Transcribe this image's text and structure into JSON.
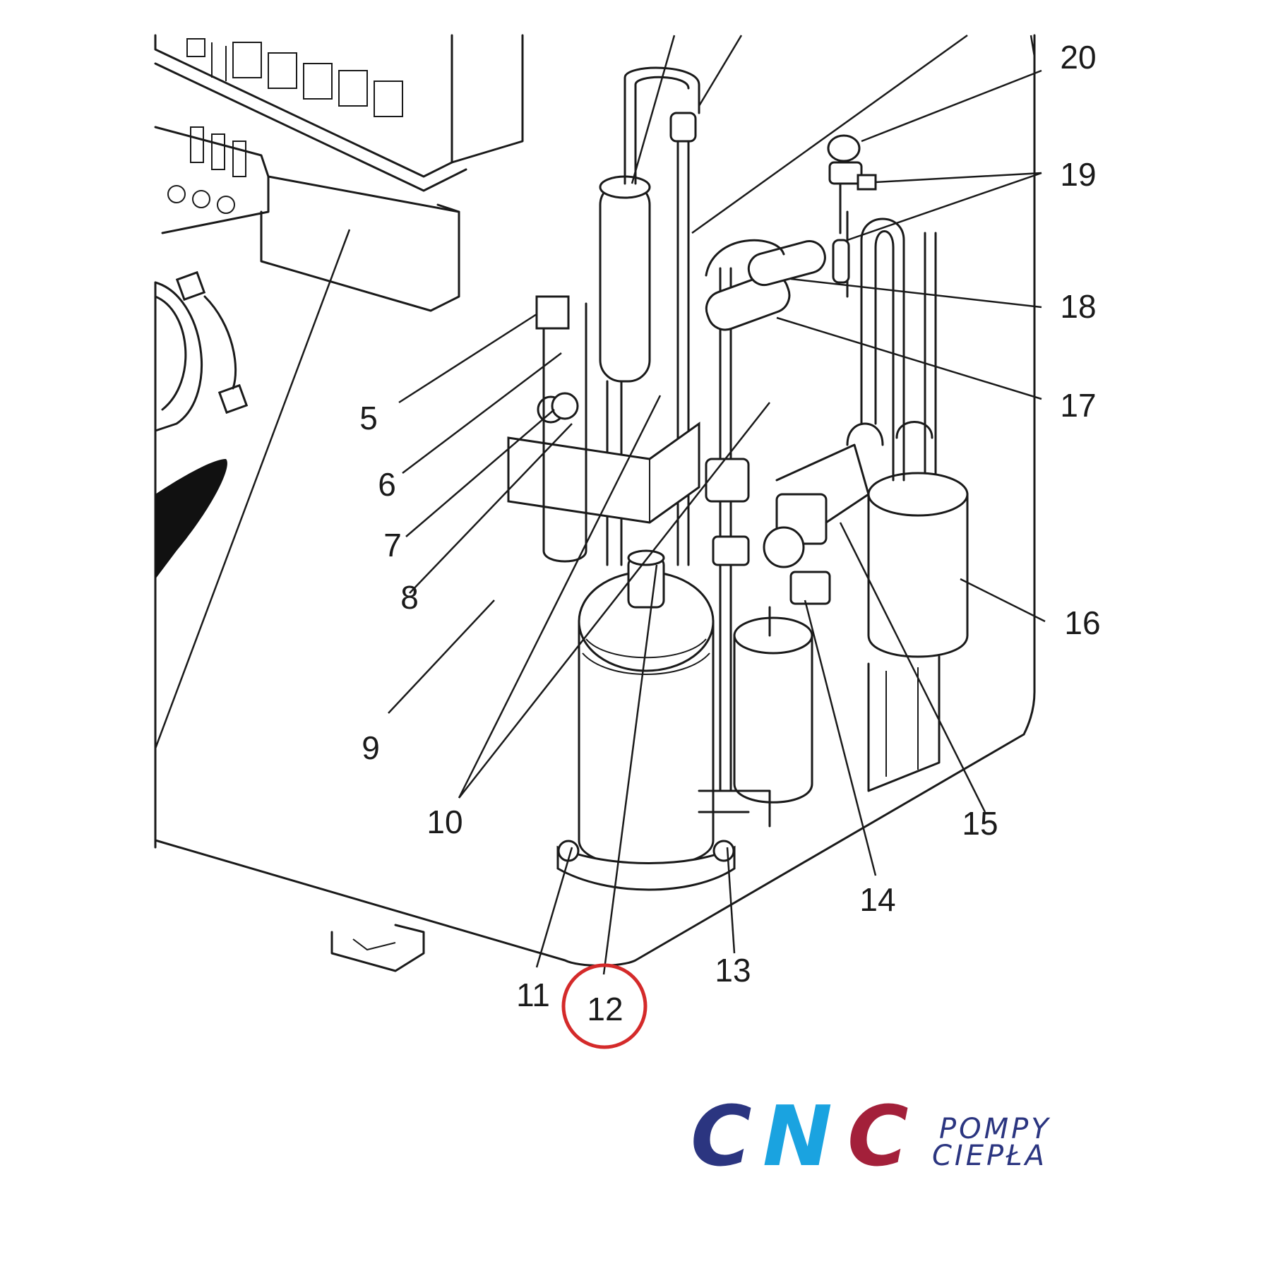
{
  "callouts": {
    "c5": "5",
    "c6": "6",
    "c7": "7",
    "c8": "8",
    "c9": "9",
    "c10": "10",
    "c11": "11",
    "c12": "12",
    "c13": "13",
    "c14": "14",
    "c15": "15",
    "c16": "16",
    "c17": "17",
    "c18": "18",
    "c19": "19",
    "c20": "20"
  },
  "highlighted_part": "12",
  "colors": {
    "line": "#1a1a1a",
    "highlight_circle": "#d42a2a",
    "logo_navy": "#2b3580",
    "logo_cyan": "#1aa3e0",
    "logo_crimson": "#a3203a"
  },
  "logo": {
    "letters": [
      "C",
      "N",
      "C"
    ],
    "line1": "POMPY",
    "line2": "CIEPŁA"
  }
}
